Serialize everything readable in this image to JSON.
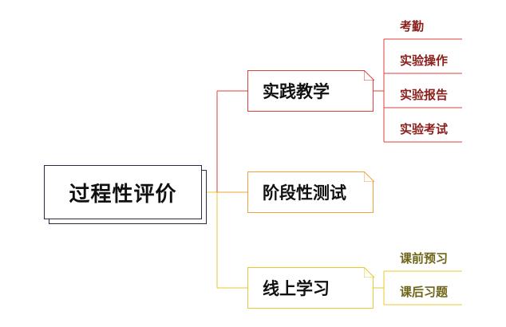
{
  "root": {
    "label": "过程性评价"
  },
  "branches": [
    {
      "label": "实践教学",
      "color": "#e0413a",
      "children": [
        "考勤",
        "实验操作",
        "实验报告",
        "实验考试"
      ]
    },
    {
      "label": "阶段性测试",
      "color": "#f0a13a",
      "children": []
    },
    {
      "label": "线上学习",
      "color": "#e8c830",
      "children": [
        "课前预习",
        "课后习题"
      ]
    }
  ],
  "colors": {
    "root_border": "#2a2a45",
    "leaf_text_red": "#8a1e1a",
    "leaf_text_yellow": "#6e6418"
  }
}
